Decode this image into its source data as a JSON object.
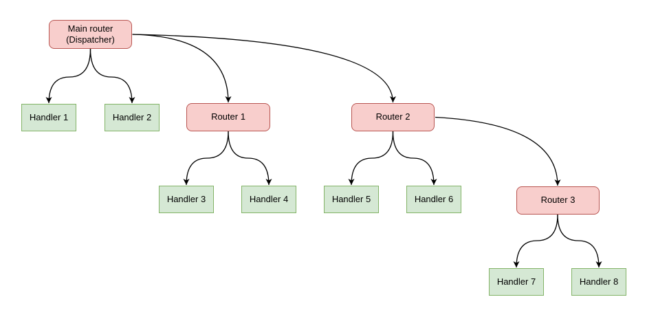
{
  "diagram": {
    "colors": {
      "background": "#ffffff",
      "text_color": "#000000",
      "edge_color": "#000000",
      "router_fill": "#f8cecc",
      "router_stroke": "#b85450",
      "handler_fill": "#d5e8d4",
      "handler_stroke": "#82b366"
    },
    "nodes": {
      "main": {
        "line1": "Main router",
        "line2": "(Dispatcher)"
      },
      "router1": {
        "label": "Router 1"
      },
      "router2": {
        "label": "Router 2"
      },
      "router3": {
        "label": "Router 3"
      },
      "handler1": {
        "label": "Handler 1"
      },
      "handler2": {
        "label": "Handler 2"
      },
      "handler3": {
        "label": "Handler 3"
      },
      "handler4": {
        "label": "Handler 4"
      },
      "handler5": {
        "label": "Handler 5"
      },
      "handler6": {
        "label": "Handler 6"
      },
      "handler7": {
        "label": "Handler 7"
      },
      "handler8": {
        "label": "Handler 8"
      }
    },
    "edges": [
      {
        "from": "main",
        "to": "handler1"
      },
      {
        "from": "main",
        "to": "handler2"
      },
      {
        "from": "main",
        "to": "router1"
      },
      {
        "from": "main",
        "to": "router2"
      },
      {
        "from": "router1",
        "to": "handler3"
      },
      {
        "from": "router1",
        "to": "handler4"
      },
      {
        "from": "router2",
        "to": "handler5"
      },
      {
        "from": "router2",
        "to": "handler6"
      },
      {
        "from": "router2",
        "to": "router3"
      },
      {
        "from": "router3",
        "to": "handler7"
      },
      {
        "from": "router3",
        "to": "handler8"
      }
    ]
  }
}
